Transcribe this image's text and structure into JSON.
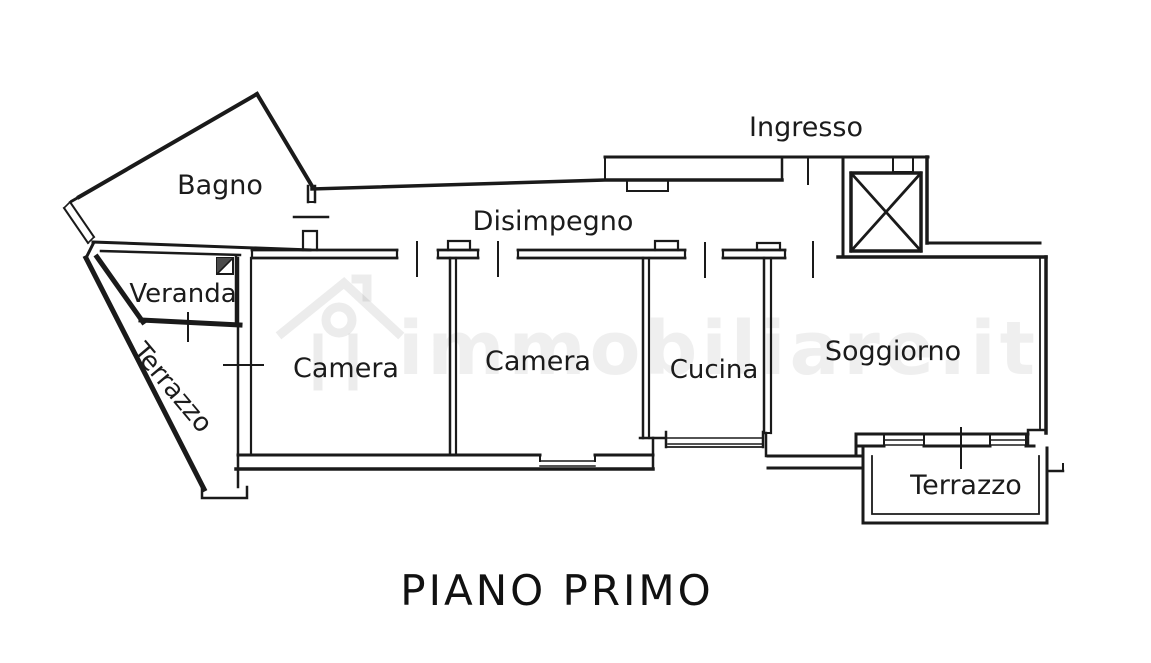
{
  "title": "PIANO PRIMO",
  "watermark": {
    "text": "immobiliare.it"
  },
  "labels": {
    "bagno": "Bagno",
    "ingresso": "Ingresso",
    "disimpegno": "Disimpegno",
    "veranda": "Veranda",
    "terrazzo_ovest": "Terrazzo",
    "camera1": "Camera",
    "camera2": "Camera",
    "cucina": "Cucina",
    "soggiorno": "Soggiorno",
    "terrazzo_sud": "Terrazzo"
  },
  "colors": {
    "wall_line": "#1a1a1a",
    "background": "#ffffff",
    "watermark": "#e9e9e9"
  }
}
